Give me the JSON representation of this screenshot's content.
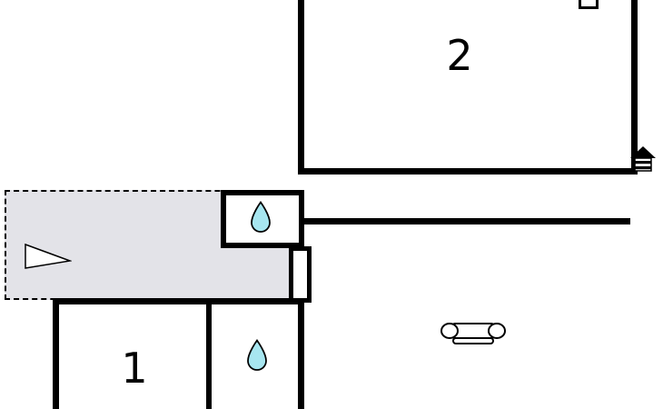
{
  "floorplan": {
    "rooms": {
      "room1": {
        "label": "1"
      },
      "room2": {
        "label": "2"
      }
    },
    "icons": [
      "water-drop-icon",
      "water-drop-icon",
      "sofa-icon",
      "house-icon",
      "triangle-marker-icon",
      "window-fixture"
    ],
    "colors": {
      "wall": "#000000",
      "terrace_fill": "#e3e3e8",
      "water_drop_fill": "#a7e6f0",
      "background": "#ffffff"
    }
  }
}
